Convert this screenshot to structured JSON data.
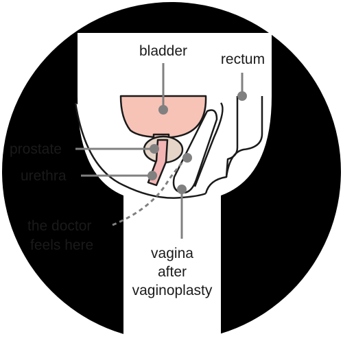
{
  "labels": {
    "bladder": "bladder",
    "rectum": "rectum",
    "prostate": "prostate",
    "urethra": "urethra",
    "doctor_line1": "the doctor",
    "doctor_line2": "feels here",
    "vagina_line1": "vagina",
    "vagina_line2": "after",
    "vagina_line3": "vaginoplasty"
  },
  "colors": {
    "background_disc": "#000000",
    "body": "#ffffff",
    "bladder_fill": "#f7c3b7",
    "prostate_fill": "#e4d5c8",
    "urethra_fill": "#f3b4b4",
    "leader": "#808080"
  }
}
